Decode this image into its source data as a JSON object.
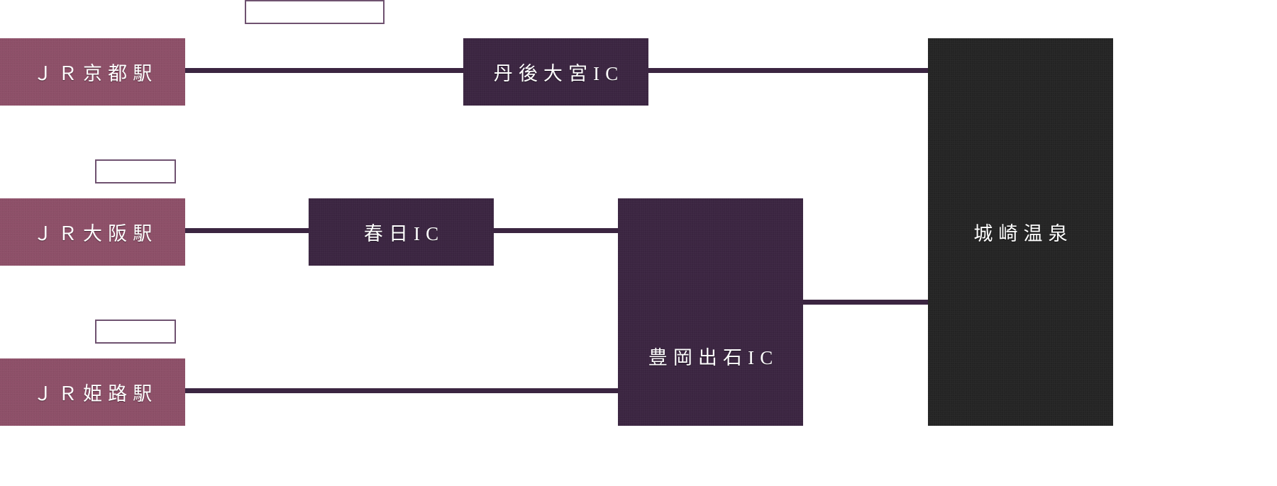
{
  "diagram": {
    "type": "access-route-diagram",
    "background_color": "#ffffff",
    "colors": {
      "station": "#8d4f68",
      "interchange": "#3b2541",
      "destination": "#242424",
      "connector": "#3b2541",
      "caption_border": "#6f5270",
      "label_text": "#ffffff"
    },
    "departure_stations": [
      {
        "label": "ＪＲ京都駅"
      },
      {
        "label": "ＪＲ大阪駅"
      },
      {
        "label": "ＪＲ姫路駅"
      }
    ],
    "interchanges": [
      {
        "label": "丹後大宮IC"
      },
      {
        "label": "春日IC"
      },
      {
        "label": "豊岡出石IC"
      }
    ],
    "destination": {
      "label": "城崎温泉"
    },
    "captions": [
      {
        "label": ""
      },
      {
        "label": ""
      },
      {
        "label": ""
      }
    ]
  }
}
